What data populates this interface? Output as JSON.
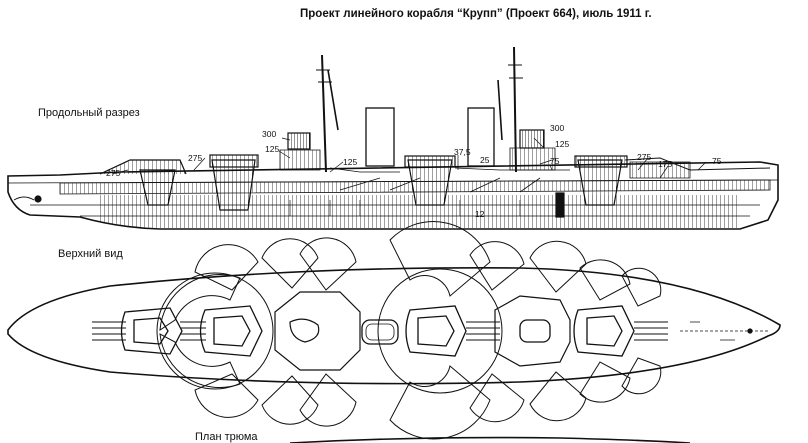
{
  "title": "Проект линейного корабля “Крупп” (Проект 664), июль 1911 г.",
  "sections": {
    "side": "Продольный разрез",
    "top": "Верхний вид",
    "hold": "План трюма"
  },
  "annotations": [
    {
      "id": "a300l",
      "text": "300"
    },
    {
      "id": "a125l",
      "text": "125"
    },
    {
      "id": "a275a",
      "text": "275"
    },
    {
      "id": "a275b",
      "text": "275"
    },
    {
      "id": "a125m",
      "text": "125"
    },
    {
      "id": "a375",
      "text": "37,5"
    },
    {
      "id": "a25",
      "text": "25"
    },
    {
      "id": "a12",
      "text": "12"
    },
    {
      "id": "a300r",
      "text": "300"
    },
    {
      "id": "a125r",
      "text": "125"
    },
    {
      "id": "a75a",
      "text": "75"
    },
    {
      "id": "a275c",
      "text": "275"
    },
    {
      "id": "a175",
      "text": "175"
    },
    {
      "id": "a75b",
      "text": "75"
    }
  ],
  "colors": {
    "ink": "#111111",
    "paper": "#ffffff"
  }
}
